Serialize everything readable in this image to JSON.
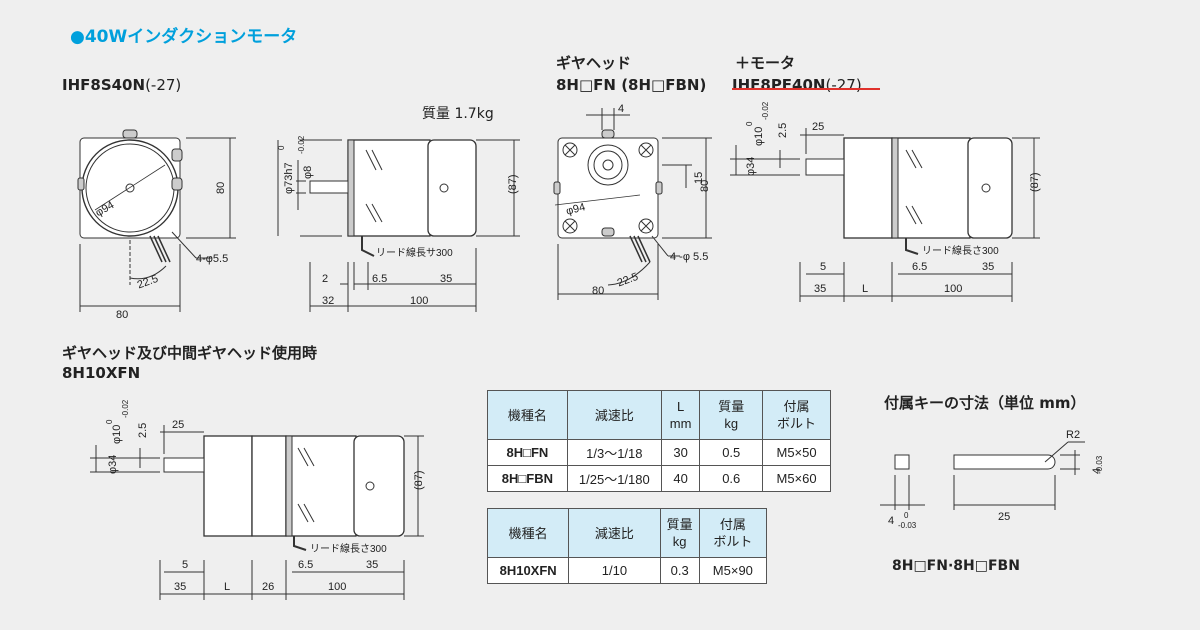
{
  "page_title": "●40Wインダクションモータ",
  "motor": {
    "model": "IHF8S40N",
    "suffix": "(-27)",
    "weight_label": "質量 1.7kg"
  },
  "gearhead": {
    "heading": "ギヤヘッド",
    "model": "8H□FN",
    "alt_model": "(8H□FBN)"
  },
  "plus_motor": {
    "heading": "＋モータ",
    "model": "IHF8PF40N",
    "suffix": "(-27)"
  },
  "combo": {
    "heading": "ギヤヘッド及び中間ギヤヘッド使用時",
    "model": "8H10XFN"
  },
  "key": {
    "heading": "付属キーの寸法（単位 mm）",
    "models": "8H□FN·8H□FBN"
  },
  "dims": {
    "d80": "80",
    "d87": "(87)",
    "d94": "φ94",
    "d73": "φ73h7",
    "d8": "φ8",
    "d8tol": "-0.02",
    "zero": "0",
    "d2": "2",
    "d65": "6.5",
    "d35": "35",
    "d32": "32",
    "d100": "100",
    "d225": "22.5",
    "hole": "4-φ5.5",
    "hole2": "4 -φ 5.5",
    "lead": "リード線長サ300",
    "lead2": "リード線長さ300",
    "d4": "4",
    "d15": "15",
    "d34": "φ34",
    "d10": "φ10",
    "d10tol": "-0.02",
    "d25": "25",
    "d25b": "2.5",
    "d5": "5",
    "L": "L",
    "d26": "26",
    "r2": "R2",
    "k4": "4",
    "k4tol": "-0.03"
  },
  "table1": {
    "headers": [
      "機種名",
      "減速比",
      "L",
      "mm",
      "質量",
      "kg",
      "付属",
      "ボルト"
    ],
    "rows": [
      {
        "model": "8H□FN",
        "ratio": "1/3〜1/18",
        "L": "30",
        "mass": "0.5",
        "bolt": "M5×50"
      },
      {
        "model": "8H□FBN",
        "ratio": "1/25〜1/180",
        "L": "40",
        "mass": "0.6",
        "bolt": "M5×60"
      }
    ]
  },
  "table2": {
    "headers": [
      "機種名",
      "減速比",
      "質量",
      "kg",
      "付属",
      "ボルト"
    ],
    "rows": [
      {
        "model": "8H10XFN",
        "ratio": "1/10",
        "mass": "0.3",
        "bolt": "M5×90"
      }
    ]
  }
}
